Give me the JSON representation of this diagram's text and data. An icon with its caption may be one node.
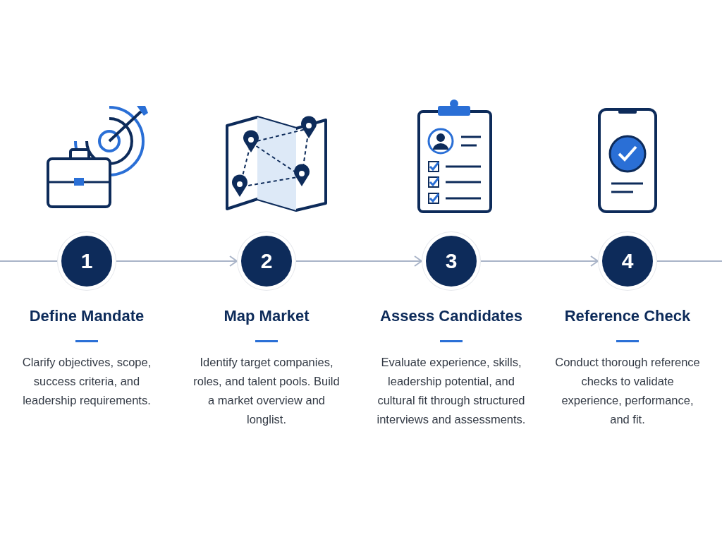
{
  "diagram": {
    "nodes": [
      {
        "text": [
          "1"
        ],
        "beside": [
          "Define Mandate",
          "Clarify objectives, scope, success criteria, and leadership requirements."
        ]
      },
      {
        "text": [
          "2"
        ],
        "beside": [
          "Map Market",
          "Identify target companies, roles, and talent pools. Build a market overview and longlist."
        ]
      },
      {
        "text": [
          "3"
        ],
        "beside": [
          "Assess Candidates",
          "Evaluate experience, skills, leadership potential, and cultural fit through structured interviews and assessments."
        ]
      },
      {
        "text": [
          "4"
        ],
        "beside": [
          "Reference Check",
          "Conduct thorough reference checks to validate experience, performance, and fit."
        ]
      }
    ],
    "edges": [
      {
        "from": null,
        "to": 0,
        "arrow": "none"
      },
      {
        "from": 0,
        "to": 1,
        "arrow": "to"
      },
      {
        "from": 1,
        "to": 2,
        "arrow": "to"
      },
      {
        "from": 2,
        "to": 3,
        "arrow": "to"
      },
      {
        "from": 3,
        "to": null,
        "arrow": "none"
      }
    ]
  }
}
